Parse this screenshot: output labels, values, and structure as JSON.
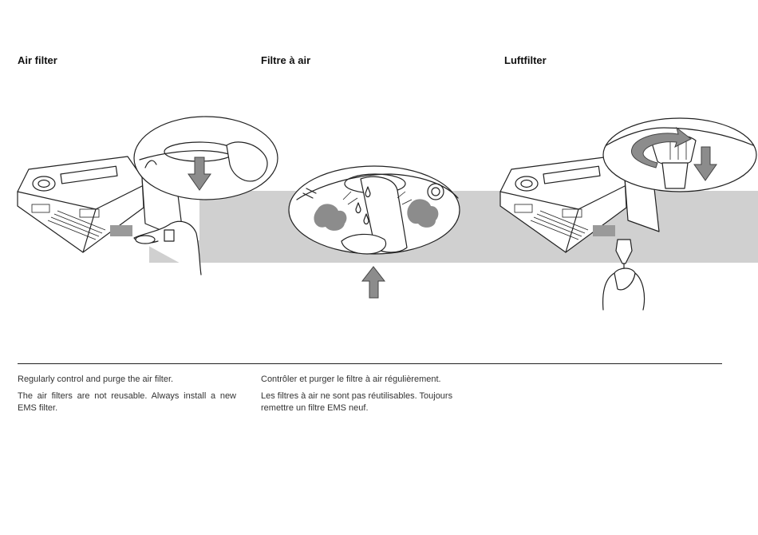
{
  "headings": {
    "en": "Air filter",
    "fr": "Filtre à air",
    "de": "Luftfilter"
  },
  "text": {
    "en": {
      "line1": "Regularly control and purge the air filter.",
      "line2": "The air filters are not reusable. Always install a new EMS filter."
    },
    "fr": {
      "line1": "Contrôler et purger le filtre à air régulièrement.",
      "line2": "Les filtres à air ne sont pas réutilisables. Toujours remettre un filtre EMS neuf."
    }
  },
  "colors": {
    "band": "#d0d0d0",
    "arrow": "#8c8c8c",
    "ink": "#222222"
  },
  "icons": [
    "down-arrow-icon",
    "up-arrow-icon",
    "rotate-arrow-icon"
  ]
}
